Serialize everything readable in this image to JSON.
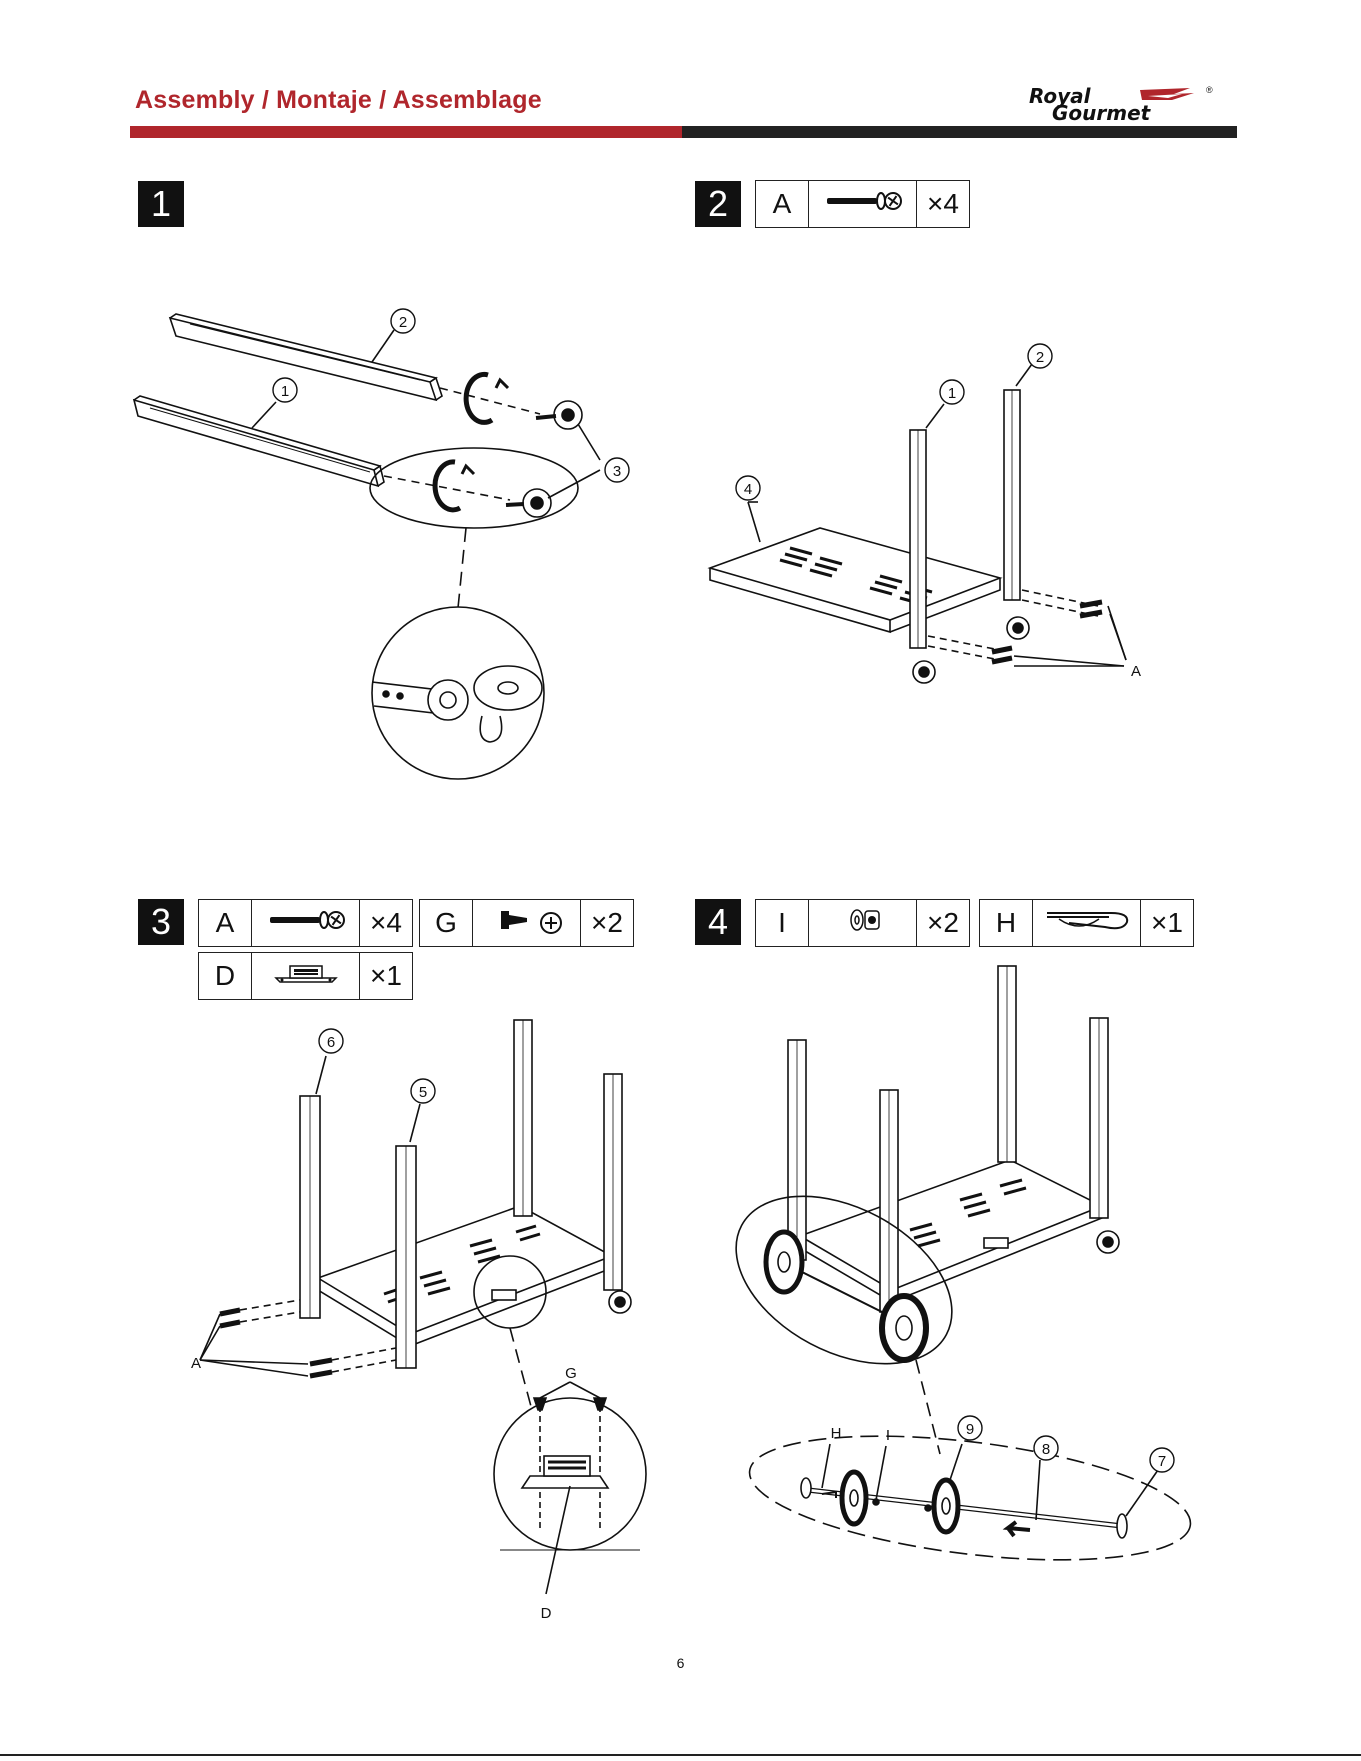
{
  "header": {
    "title": "Assembly / Montaje / Assemblage",
    "logo_line1": "Royal",
    "logo_line2": "Gourmet",
    "logo_reg": "®"
  },
  "colors": {
    "accent_red": "#b0262c",
    "dark": "#222222"
  },
  "steps": [
    {
      "number": "1",
      "parts": []
    },
    {
      "number": "2",
      "parts": [
        {
          "letter": "A",
          "icon": "bolt-icon",
          "qty": "×4"
        }
      ]
    },
    {
      "number": "3",
      "parts": [
        {
          "letter": "A",
          "icon": "bolt-icon",
          "qty": "×4"
        },
        {
          "letter": "G",
          "icon": "screw-icon",
          "qty": "×2"
        },
        {
          "letter": "D",
          "icon": "magnet-catch-icon",
          "qty": "×1"
        }
      ]
    },
    {
      "number": "4",
      "parts": [
        {
          "letter": "I",
          "icon": "washer-icon",
          "qty": "×2"
        },
        {
          "letter": "H",
          "icon": "hitch-pin-icon",
          "qty": "×1"
        }
      ]
    }
  ],
  "callouts": {
    "s1": [
      "2",
      "1",
      "3"
    ],
    "s2": [
      "2",
      "1",
      "4",
      "A"
    ],
    "s3": [
      "6",
      "5",
      "A",
      "G",
      "D"
    ],
    "s4": [
      "9",
      "8",
      "7",
      "H",
      "I"
    ]
  },
  "footer": {
    "page_number": "6"
  }
}
